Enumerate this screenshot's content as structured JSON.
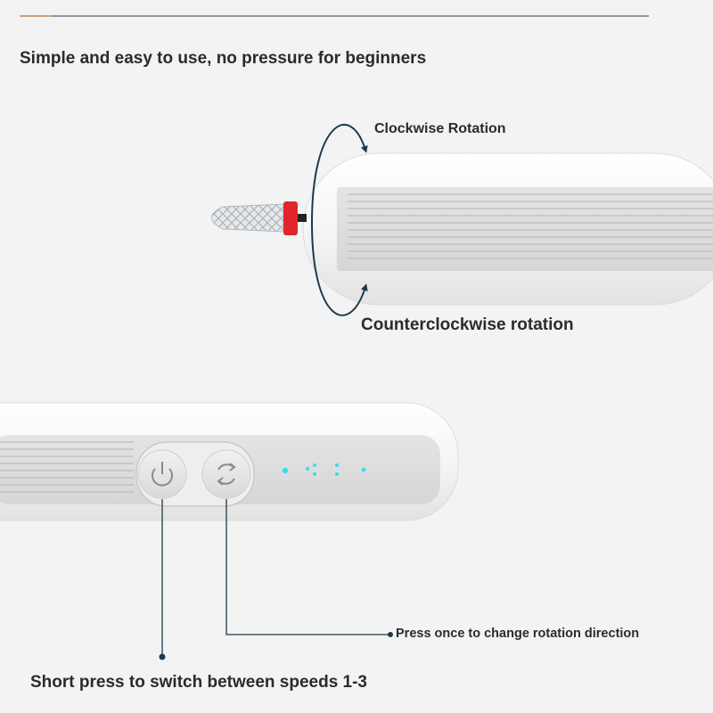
{
  "headline": "Simple and easy to use, no pressure for beginners",
  "rotation": {
    "clockwise_label": "Clockwise Rotation",
    "counterclockwise_label": "Counterclockwise rotation"
  },
  "controls": {
    "direction_caption": "Press once to change rotation direction",
    "speed_caption": "Short press to switch between speeds 1-3",
    "power_icon": "power-icon",
    "direction_icon": "rotate-icon",
    "speed_indicator_count": 4
  },
  "colors": {
    "accent_line": "#c9a27a",
    "arrow": "#1e3a4a",
    "bit_collar": "#e0262a",
    "led": "#3fd9ee"
  }
}
